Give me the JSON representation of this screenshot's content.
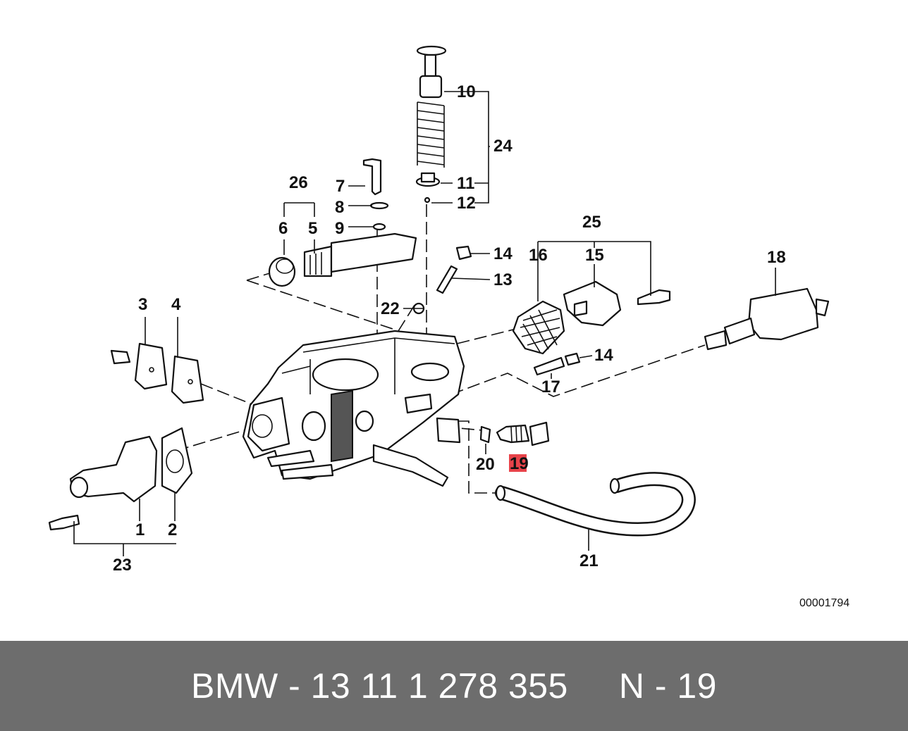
{
  "diagram": {
    "drawing_number": "00001794",
    "highlighted_callout": "19",
    "highlight_color": "#e8434a",
    "callouts": {
      "c1": "1",
      "c2": "2",
      "c3": "3",
      "c4": "4",
      "c5": "5",
      "c6": "6",
      "c7": "7",
      "c8": "8",
      "c9": "9",
      "c10": "10",
      "c11": "11",
      "c12": "12",
      "c13": "13",
      "c14a": "14",
      "c14b": "14",
      "c15": "15",
      "c16": "16",
      "c17": "17",
      "c18": "18",
      "c19": "19",
      "c20": "20",
      "c21": "21",
      "c22": "22",
      "c23": "23",
      "c24": "24",
      "c25": "25",
      "c26": "26"
    }
  },
  "footer": {
    "text": "BMW - 13 11 1 278 355     N - 19",
    "background": "#6d6d6d"
  }
}
